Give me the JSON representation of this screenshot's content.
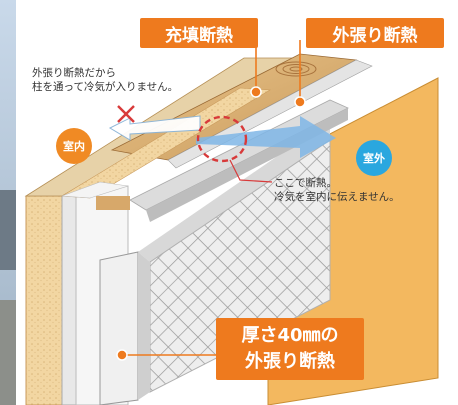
{
  "labels": {
    "fill_insulation": "充填断熱",
    "external_insulation": "外張り断熱",
    "indoor": "室内",
    "outdoor": "室外",
    "thickness_line1": "厚さ40㎜の",
    "thickness_line2": "外張り断熱"
  },
  "notes": {
    "top_left_line1": "外張り断熱だから",
    "top_left_line2": "柱を通って冷気が入りません。",
    "center_line1": "ここで断熱。",
    "center_line2": "冷気を室内に伝えません。"
  },
  "colors": {
    "orange": "#ee7a1e",
    "indoor_badge": "#f08a24",
    "outdoor_badge": "#2aa7df",
    "insulation_board": "#f6c77d",
    "cold_arrow": "#3a8fd4",
    "red_dash": "#d83a3a"
  },
  "icons": {
    "blocked_arrow": "cross-mark-icon"
  }
}
